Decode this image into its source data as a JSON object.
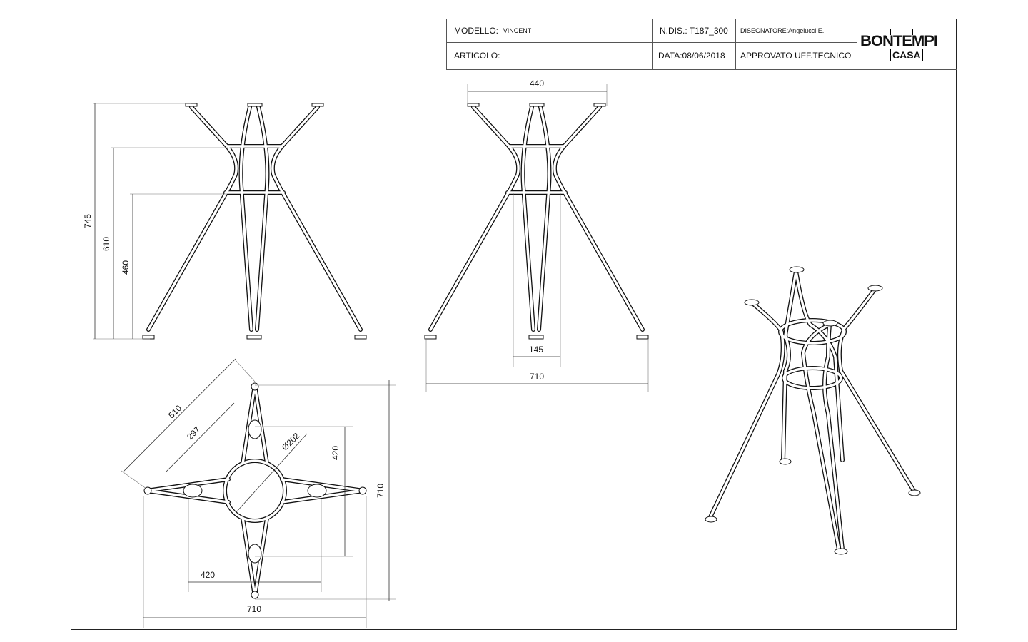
{
  "title_block": {
    "modello_label": "MODELLO:",
    "modello_value": "VINCENT",
    "ndis": "N.DIS.: T187_300",
    "disegnatore": "DISEGNATORE:Angelucci E.",
    "articolo_label": "ARTICOLO:",
    "data": "DATA:08/06/2018",
    "approvato": "APPROVATO UFF.TECNICO",
    "logo_top": "BONTEMPI",
    "logo_bottom": "CASA"
  },
  "front_view": {
    "height_total": "745",
    "height_upper_ring": "610",
    "height_lower_ring": "460"
  },
  "side_view": {
    "top_width": "440",
    "inner_width": "145",
    "base_width": "710"
  },
  "top_view": {
    "diag_outer": "510",
    "diag_inner": "297",
    "ring_diameter": "Ø202",
    "inner_v": "420",
    "outer_v": "710",
    "inner_h": "420",
    "outer_h": "710"
  }
}
